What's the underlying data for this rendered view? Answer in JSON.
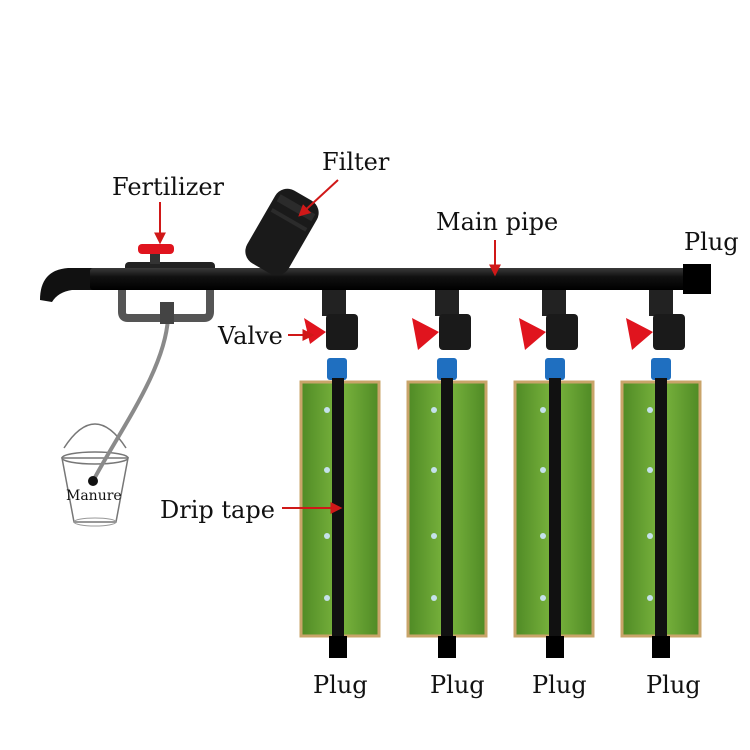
{
  "labels": {
    "fertilizer": "Fertilizer",
    "filter": "Filter",
    "main_pipe": "Main pipe",
    "plug_main": "Plug",
    "valve": "Valve",
    "manure": "Manure",
    "drip_tape": "Drip tape",
    "plugs_bottom": [
      "Plug",
      "Plug",
      "Plug",
      "Plug"
    ]
  },
  "colors": {
    "pipe": "#111111",
    "valve_handle": "#e0141e",
    "arrow": "#d01818",
    "connector": "#1f6fc0",
    "field_green": "#5d9b2e",
    "field_border": "#c9a46a",
    "bucket": "#777777"
  }
}
